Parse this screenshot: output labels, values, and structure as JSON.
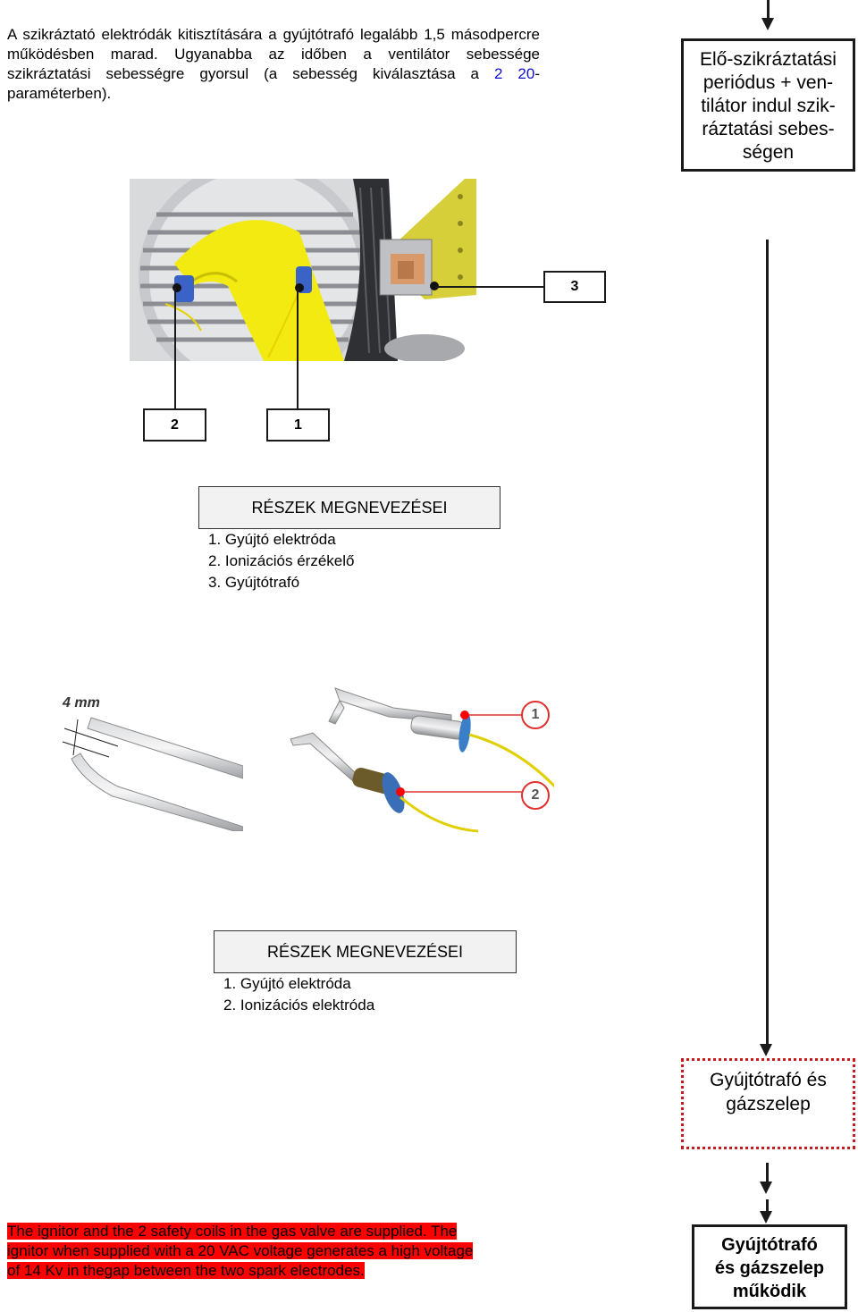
{
  "intro": {
    "text_before": "A szikráztató elektródák kitisztítására a gyújtótrafó legalább 1,5 másodpercre működésben marad. Ugyanabba az időben a ventilátor sebessége szikráztatási sebességre gyorsul (a sebesség kiválasztása a ",
    "param": "2 20",
    "text_after": "-paraméterben)."
  },
  "flow": {
    "box1": [
      "Elő-szikráztatási",
      "periódus + ven-",
      "tilátor indul szik-",
      "ráztatási sebes-",
      "ségen"
    ],
    "box2": [
      "Gyújtótrafó és",
      "gázszelep"
    ],
    "box3": [
      "Gyújtótrafó",
      "és gázszelep",
      "működik"
    ]
  },
  "figure1": {
    "labels": [
      "3",
      "2",
      "1"
    ],
    "parts_title": "RÉSZEK MEGNEVEZÉSEI",
    "parts": [
      "1. Gyújtó elektróda",
      "2. Ionizációs érzékelő",
      "3. Gyújtótrafó"
    ]
  },
  "figure2": {
    "gap_label": "4 mm",
    "callouts": [
      "1",
      "2"
    ],
    "parts_title": "RÉSZEK MEGNEVEZÉSEI",
    "parts": [
      "1. Gyújtó elektróda",
      "2. Ionizációs elektróda"
    ]
  },
  "english": [
    "The ignitor and the 2 safety coils in the gas valve are supplied. The",
    "ignitor when supplied with a  20 VAC voltage generates a high voltage",
    "of 14 Kv in thegap between the two spark electrodes."
  ],
  "colors": {
    "highlight": "#ff0000",
    "dotted_border": "#cc1a1a",
    "param_blue": "#1010c8"
  }
}
